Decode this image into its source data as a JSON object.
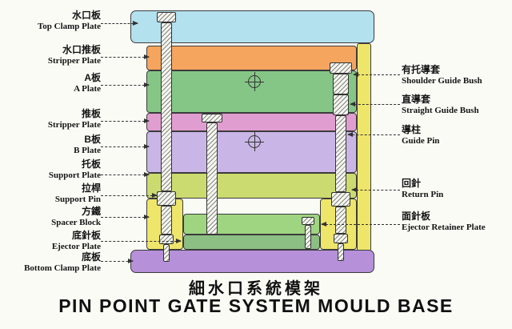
{
  "title": {
    "cn": "細水口系統模架",
    "en": "PIN POINT GATE SYSTEM MOULD BASE"
  },
  "left_labels": [
    {
      "cn": "水口板",
      "en": "Top Clamp Plate"
    },
    {
      "cn": "水口推板",
      "en": "Stripper Plate"
    },
    {
      "cn": "A板",
      "en": "A Plate"
    },
    {
      "cn": "推板",
      "en": "Stripper Plate"
    },
    {
      "cn": "B板",
      "en": "B Plate"
    },
    {
      "cn": "托板",
      "en": "Support Plate"
    },
    {
      "cn": "拉桿",
      "en": "Support Pin"
    },
    {
      "cn": "方鐵",
      "en": "Spacer Block"
    },
    {
      "cn": "底針板",
      "en": "Ejector Plate"
    },
    {
      "cn": "底板",
      "en": "Bottom Clamp Plate"
    }
  ],
  "right_labels": [
    {
      "cn": "有托導套",
      "en": "Shoulder Guide Bush"
    },
    {
      "cn": "直導套",
      "en": "Straight Guide Bush"
    },
    {
      "cn": "導柱",
      "en": "Guide Pin"
    },
    {
      "cn": "回針",
      "en": "Return Pin"
    },
    {
      "cn": "面針板",
      "en": "Ejector Retainer Plate"
    }
  ],
  "colors": {
    "top_clamp_plate": "#b3e1ee",
    "stripper_plate_top": "#f5a55e",
    "a_plate": "#85c687",
    "stripper_plate_mid": "#e09ed0",
    "b_plate": "#c9b6e6",
    "support_plate": "#ccdb70",
    "spacer_block": "#eee56b",
    "ejector_retainer_plate": "#9fd481",
    "ejector_plate": "#8cbf83",
    "bottom_clamp_plate": "#b690d9",
    "outline": "#3c3c3c",
    "background": "#fbfbf6"
  }
}
